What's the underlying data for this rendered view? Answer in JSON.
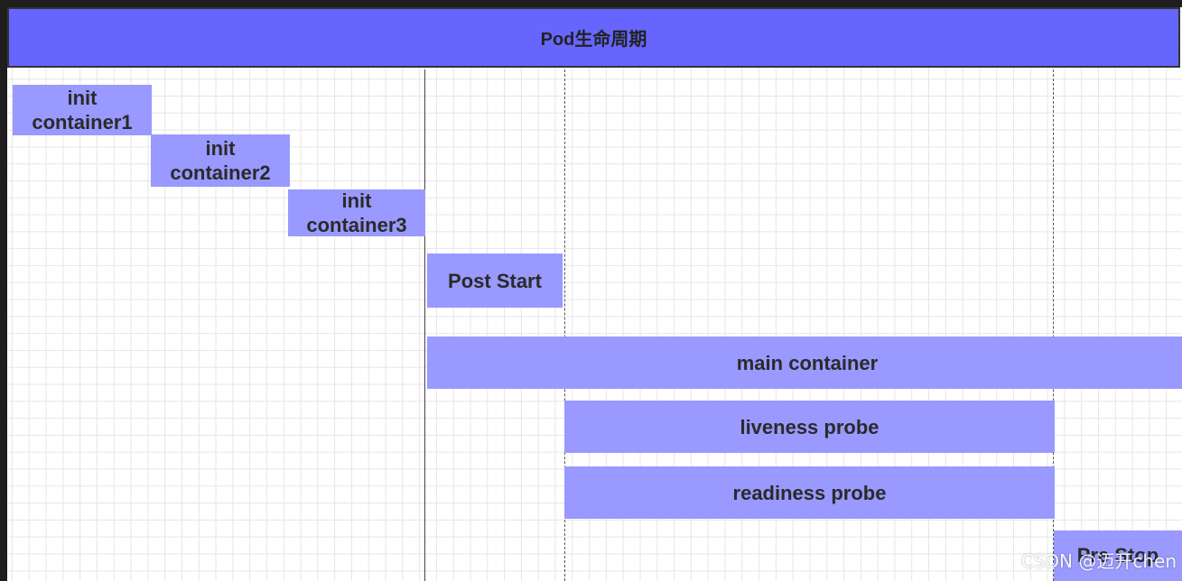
{
  "diagram": {
    "title": "Pod生命周期",
    "stages": {
      "init1": "init\ncontainer1",
      "init2": "init\ncontainer2",
      "init3": "init\ncontainer3",
      "post_start": "Post Start",
      "main_container": "main container",
      "liveness_probe": "liveness probe",
      "readiness_probe": "readiness probe",
      "pre_stop": "Pre Stop"
    },
    "colors": {
      "header": "#6666ff",
      "box": "#9999ff",
      "grid": "#e6e6e6"
    }
  },
  "watermark": "CSDN @迈开chen"
}
